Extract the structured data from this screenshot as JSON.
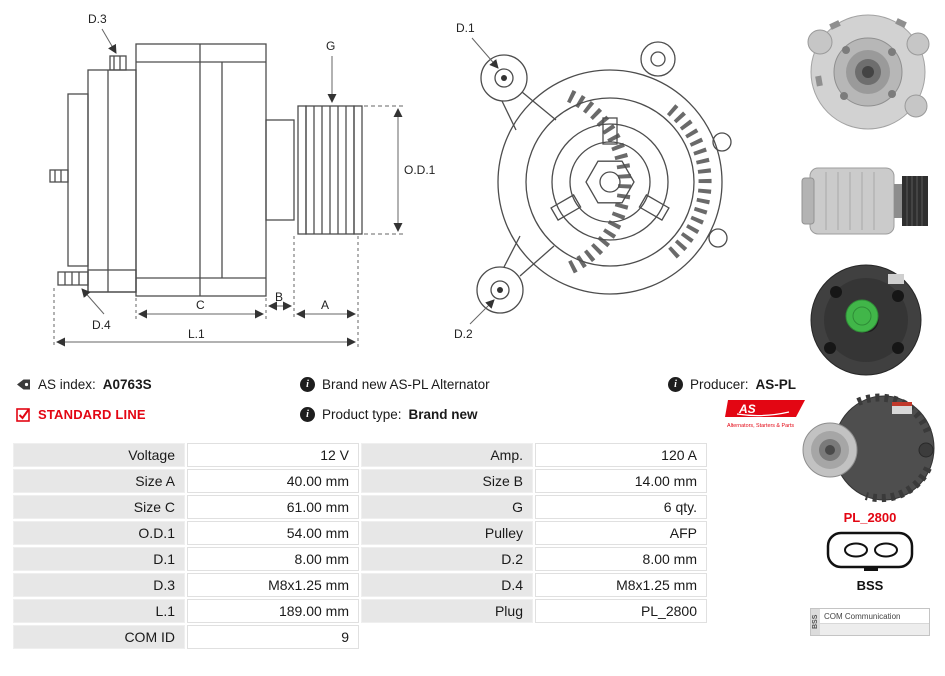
{
  "colors": {
    "accent_red": "#e30613",
    "table_label_bg": "#e7e7e7",
    "drawing_line": "#4d4d4d"
  },
  "diagrams": {
    "side": {
      "d3": "D.3",
      "g": "G",
      "od1": "O.D.1",
      "d4": "D.4",
      "c": "C",
      "b": "B",
      "a": "A",
      "l1": "L.1"
    },
    "front": {
      "d1": "D.1",
      "d2": "D.2"
    }
  },
  "info": {
    "as_index": {
      "label": "AS index:",
      "value": "A0763S"
    },
    "brand_line": "Brand new AS-PL Alternator",
    "producer": {
      "label": "Producer:",
      "value": "AS-PL"
    },
    "standard_line": "STANDARD LINE",
    "product_type": {
      "label": "Product type:",
      "value": "Brand new"
    },
    "logo": {
      "text": "AS",
      "tagline": "Alternators, Starters & Parts"
    }
  },
  "sidebar": {
    "plug_code": "PL_2800",
    "plug_name": "BSS",
    "com": {
      "tab": "BSS",
      "text": "COM Communication"
    }
  },
  "table": {
    "rows": [
      [
        "Voltage",
        "12 V",
        "Amp.",
        "120 A"
      ],
      [
        "Size A",
        "40.00 mm",
        "Size B",
        "14.00 mm"
      ],
      [
        "Size C",
        "61.00 mm",
        "G",
        "6 qty."
      ],
      [
        "O.D.1",
        "54.00 mm",
        "Pulley",
        "AFP"
      ],
      [
        "D.1",
        "8.00 mm",
        "D.2",
        "8.00 mm"
      ],
      [
        "D.3",
        "M8x1.25 mm",
        "D.4",
        "M8x1.25 mm"
      ],
      [
        "L.1",
        "189.00 mm",
        "Plug",
        "PL_2800"
      ],
      [
        "COM ID",
        "9",
        "",
        ""
      ]
    ]
  }
}
